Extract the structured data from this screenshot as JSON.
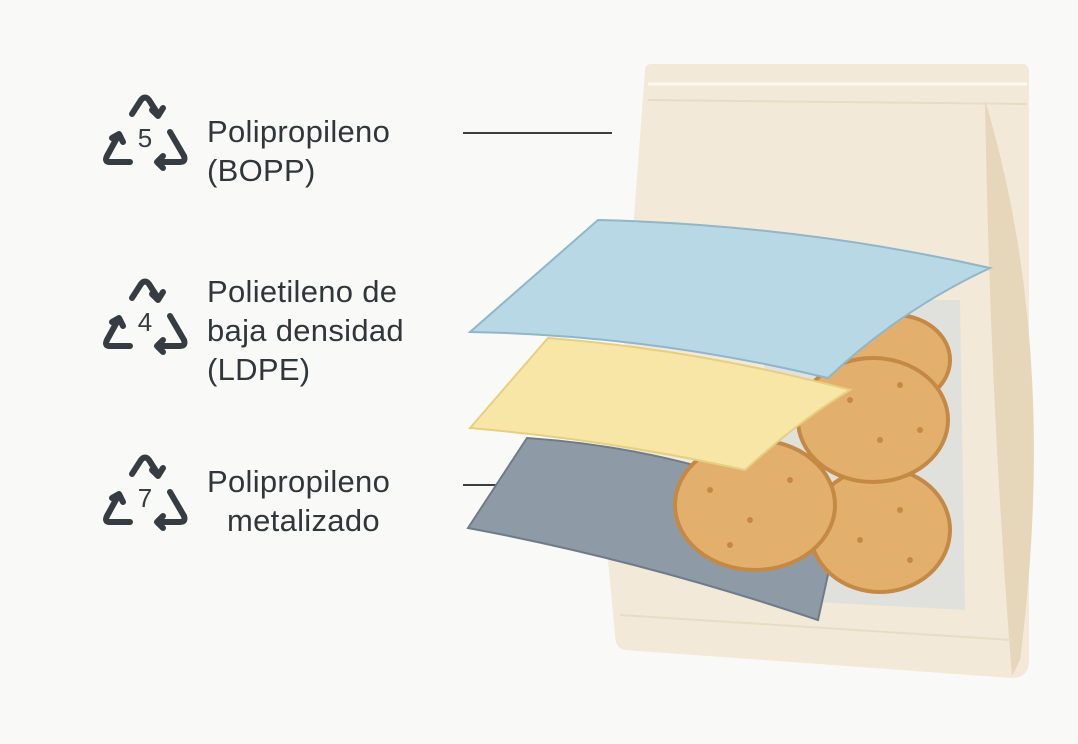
{
  "layers": [
    {
      "code": "5",
      "name_line1": "Polipropileno",
      "name_line2": "(BOPP)",
      "color": "#f2e9d8"
    },
    {
      "code": "4",
      "name_line1": "Polietileno de",
      "name_line2": "baja densidad",
      "name_line3": "(LDPE)",
      "color": "#f7e6a6"
    },
    {
      "code": "7",
      "name_line1": "Polipropileno",
      "name_line2": "metalizado",
      "color": "#8e9ba7"
    }
  ],
  "colors": {
    "text": "#30363a",
    "bag": "#f2e9d8",
    "gusset": "#e6d6ba",
    "blue_layer": "#b9d8e5",
    "chip": "#e2b06c"
  }
}
